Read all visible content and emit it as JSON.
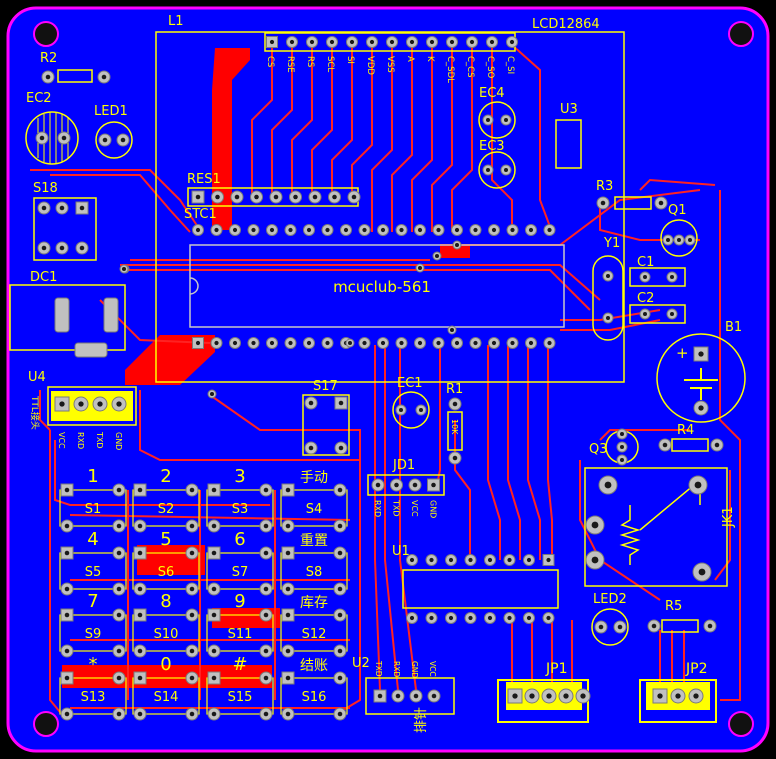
{
  "colors": {
    "background": "#000000",
    "board_outline": "#ff00ff",
    "bottom_copper": "#0000ff",
    "top_copper": "#ff0000",
    "silkscreen": "#ffff00",
    "pad": "#c0c0c0",
    "pad_ring": "#7a7a7a"
  },
  "lcd": {
    "ref": "L1",
    "model": "LCD12864",
    "pins": [
      "CS",
      "RSE",
      "RS",
      "SCL",
      "SI",
      "VDD",
      "VSS",
      "A",
      "K",
      "C_SDL",
      "C_CS",
      "C_SO",
      "C_SI"
    ]
  },
  "mcu": {
    "ref": "STC1",
    "label": "mcuclub-561"
  },
  "labels": {
    "R1": "R1",
    "R1_value": "10K",
    "R2": "R2",
    "R3": "R3",
    "R4": "R4",
    "R5": "R5",
    "EC1": "EC1",
    "EC2": "EC2",
    "EC3": "EC3",
    "EC4": "EC4",
    "LED1": "LED1",
    "LED2": "LED2",
    "S17": "S17",
    "S18": "S18",
    "DC1": "DC1",
    "U1": "U1",
    "U2": "U2",
    "U3": "U3",
    "U4": "U4",
    "Y1": "Y1",
    "C1": "C1",
    "C2": "C2",
    "Q1": "Q1",
    "Q3": "Q3",
    "B1": "B1",
    "JK1": "JK1",
    "JD1": "JD1",
    "JP1": "JP1",
    "JP2": "JP2",
    "RES1": "RES1"
  },
  "u4_pins": [
    "VCC",
    "RXD",
    "TXD",
    "GND"
  ],
  "u4_side_label": "TTL接头",
  "jd1_pins": [
    "RXD",
    "TXD",
    "VCC",
    "GND"
  ],
  "u2_pins": [
    "TXD",
    "RXD",
    "GND",
    "VCC"
  ],
  "u2_bottom_label": "排针",
  "keypad": {
    "keys": [
      {
        "ref": "S1",
        "top": "1"
      },
      {
        "ref": "S2",
        "top": "2"
      },
      {
        "ref": "S3",
        "top": "3"
      },
      {
        "ref": "S4",
        "top": "手动"
      },
      {
        "ref": "S5",
        "top": "4"
      },
      {
        "ref": "S6",
        "top": "5"
      },
      {
        "ref": "S7",
        "top": "6"
      },
      {
        "ref": "S8",
        "top": "重置"
      },
      {
        "ref": "S9",
        "top": "7"
      },
      {
        "ref": "S10",
        "top": "8"
      },
      {
        "ref": "S11",
        "top": "9"
      },
      {
        "ref": "S12",
        "top": "库存"
      },
      {
        "ref": "S13",
        "top": "*"
      },
      {
        "ref": "S14",
        "top": "0"
      },
      {
        "ref": "S15",
        "top": "#"
      },
      {
        "ref": "S16",
        "top": "结账"
      }
    ]
  }
}
